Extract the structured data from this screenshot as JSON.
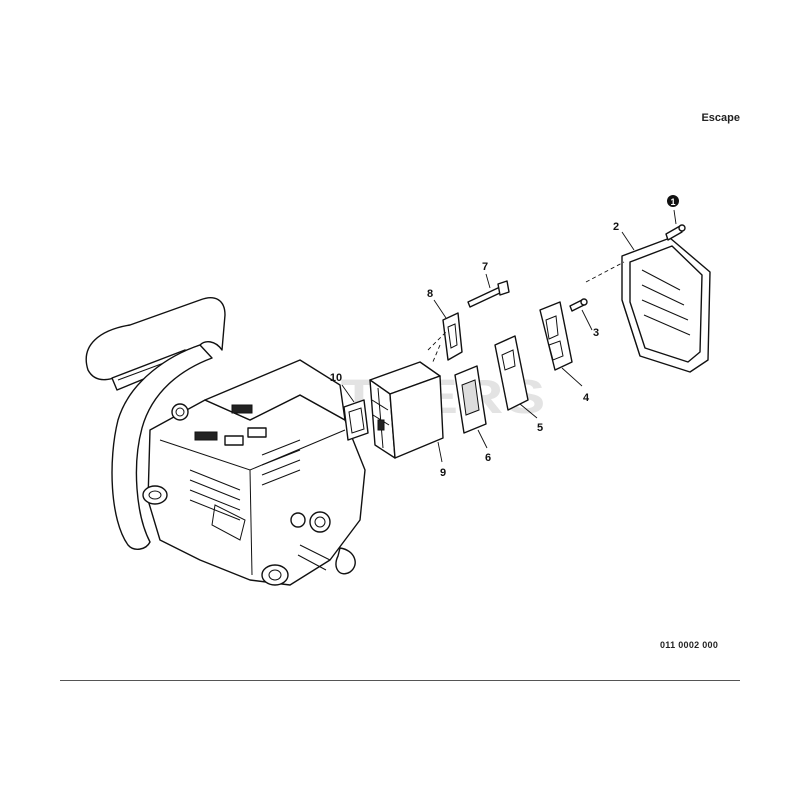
{
  "diagram": {
    "title": "Escape",
    "watermark": "CUTTERS",
    "drawing_number": "011 0002 000",
    "callouts": [
      {
        "id": "1",
        "label": "1",
        "emphasized": true
      },
      {
        "id": "2",
        "label": "2"
      },
      {
        "id": "3",
        "label": "3"
      },
      {
        "id": "4",
        "label": "4"
      },
      {
        "id": "5",
        "label": "5"
      },
      {
        "id": "6",
        "label": "6"
      },
      {
        "id": "7",
        "label": "7"
      },
      {
        "id": "8",
        "label": "8"
      },
      {
        "id": "9",
        "label": "9"
      },
      {
        "id": "10",
        "label": "10"
      }
    ]
  }
}
